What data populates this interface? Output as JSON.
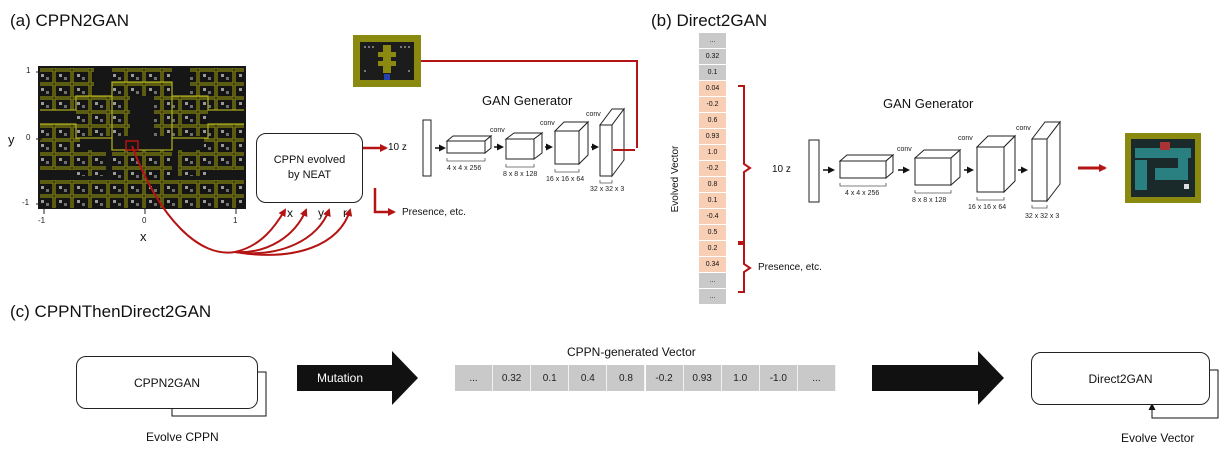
{
  "panel_a": {
    "title": "(a) CPPN2GAN",
    "y_axis_label": "y",
    "x_axis_label": "x",
    "y_ticks": [
      "1",
      "0",
      "-1"
    ],
    "x_ticks": [
      "-1",
      "0",
      "1"
    ],
    "cppn_box_label": "CPPN evolved by NEAT",
    "cppn_inputs": [
      "x",
      "y",
      "r"
    ],
    "presence_label": "Presence, etc.",
    "z_label": "10 z",
    "generator_title": "GAN Generator",
    "conv_label": "conv",
    "layer_dims": [
      "4 x 4 x 256",
      "8 x 8 x 128",
      "16 x 16 x 64",
      "32 x 32 x 3"
    ]
  },
  "panel_b": {
    "title": "(b) Direct2GAN",
    "vector_axis_label": "Evolved Vector",
    "vector_values": [
      "...",
      "0.32",
      "0.1",
      "0.04",
      "-0.2",
      "0.6",
      "0.93",
      "1.0",
      "-0.2",
      "0.8",
      "0.1",
      "-0.4",
      "0.5",
      "0.2",
      "0.34",
      "...",
      "..."
    ],
    "z_label": "10 z",
    "generator_title": "GAN Generator",
    "conv_label": "conv",
    "layer_dims": [
      "4 x 4 x 256",
      "8 x 8 x 128",
      "16 x 16 x 64",
      "32 x 32 x 3"
    ],
    "presence_label": "Presence, etc."
  },
  "panel_c": {
    "title": "(c) CPPNThenDirect2GAN",
    "cppn2gan_box": "CPPN2GAN",
    "evolve_cppn_label": "Evolve CPPN",
    "mutation_label": "Mutation",
    "vector_title": "CPPN-generated Vector",
    "vector_values": [
      "...",
      "0.32",
      "0.1",
      "0.4",
      "0.8",
      "-0.2",
      "0.93",
      "1.0",
      "-1.0",
      "..."
    ],
    "direct2gan_box": "Direct2GAN",
    "evolve_vector_label": "Evolve Vector"
  },
  "colors": {
    "arrow_red": "#b51414",
    "gated_peach": "#f8cfb5",
    "gated_gray": "#c9c9c9",
    "level_olive": "#8a8a10",
    "level_dark": "#1c1c1c"
  }
}
